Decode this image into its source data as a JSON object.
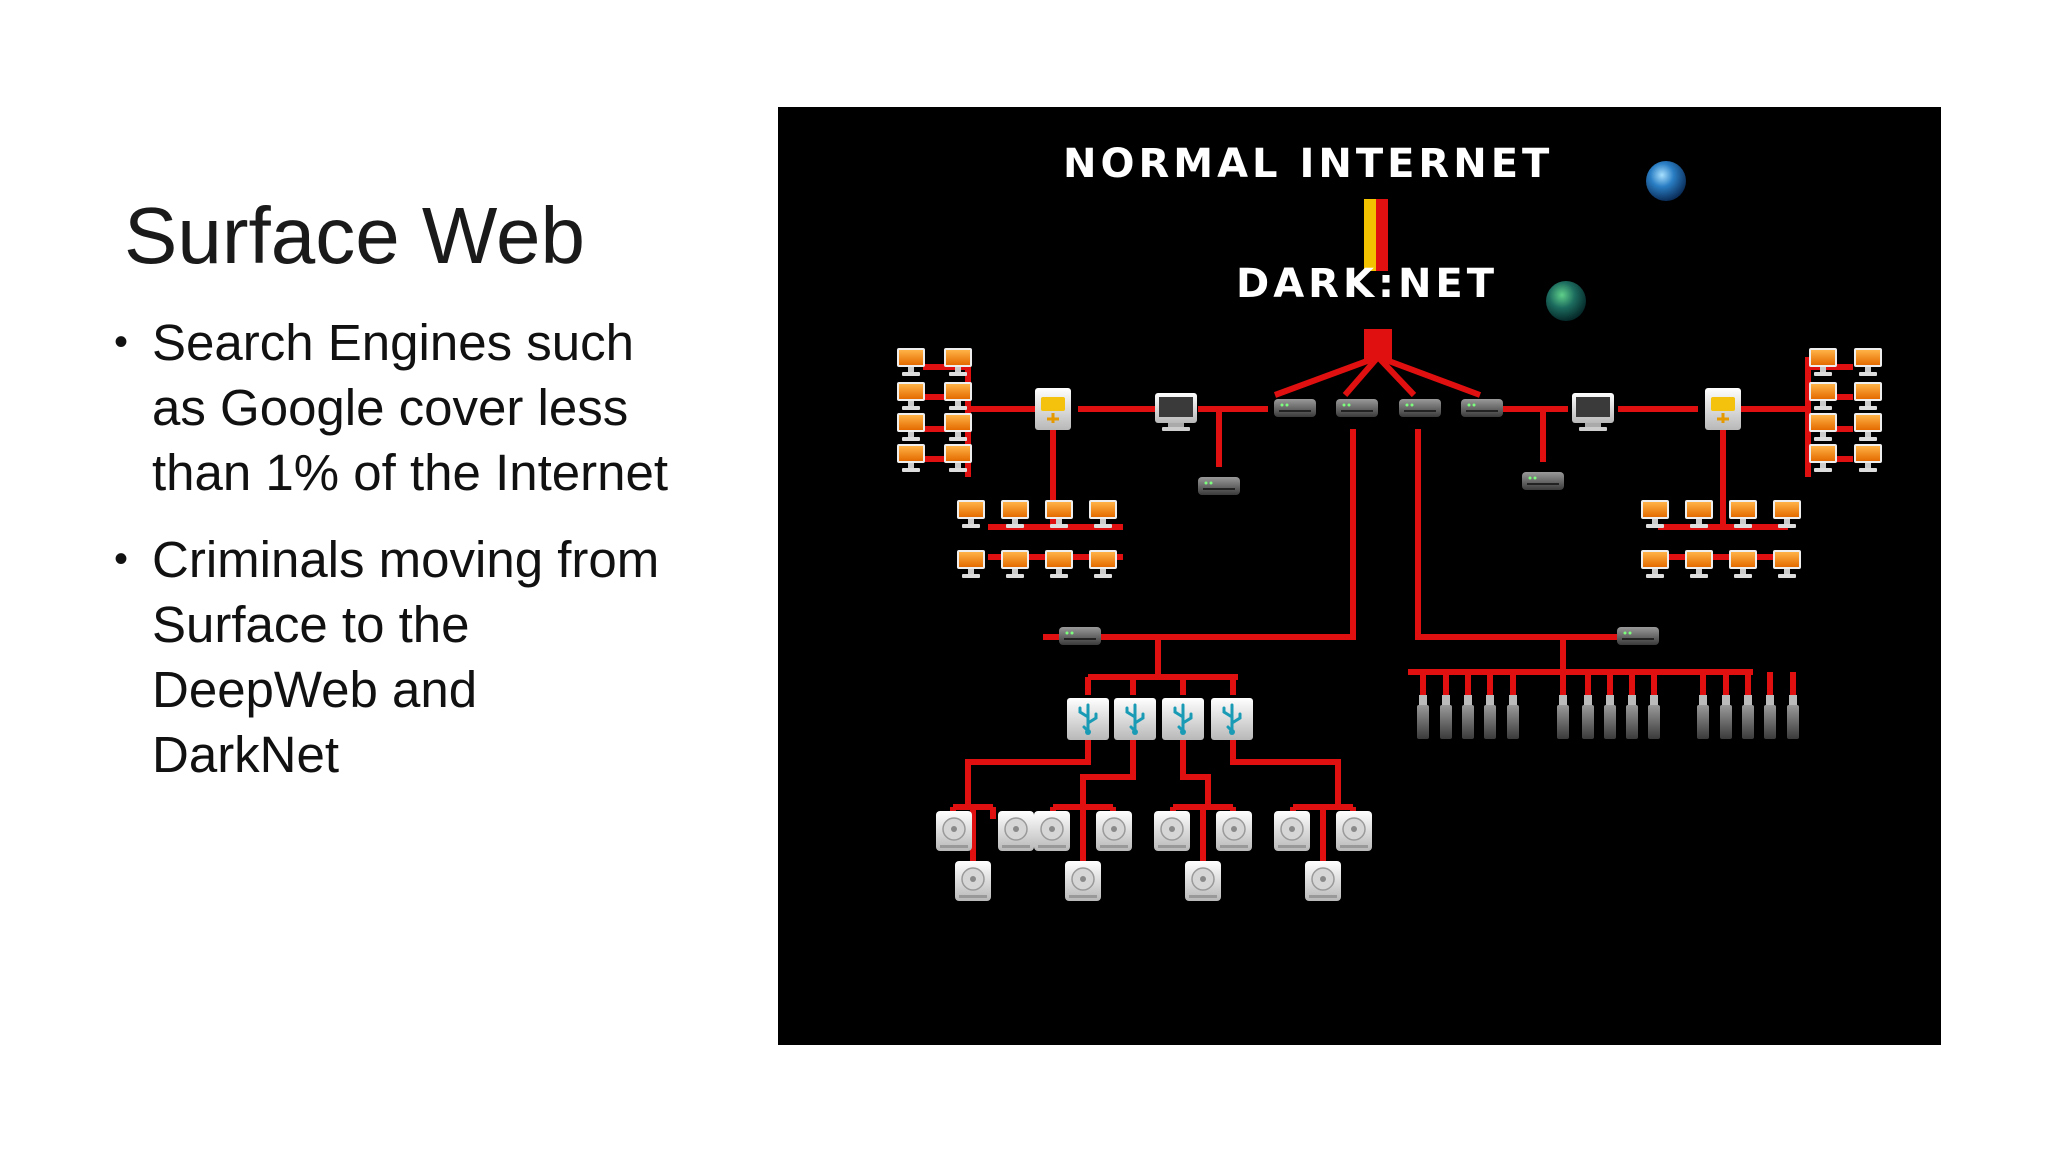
{
  "slide": {
    "title": "Surface Web",
    "bullets": [
      "Search Engines such as Google cover less than 1% of the Internet",
      "Criminals moving from Surface to the DeepWeb and DarkNet"
    ]
  },
  "diagram": {
    "top_label": "NORMAL INTERNET",
    "bottom_label": "DARK:NET",
    "background_color": "#000000",
    "link_color": "#e01010",
    "accent_color": "#f2c200",
    "device_types": [
      "globe-icon",
      "computer-icon",
      "router-icon",
      "switch-icon",
      "usb-hub-icon",
      "hard-drive-icon",
      "usb-stick-icon",
      "monitor-icon"
    ]
  }
}
